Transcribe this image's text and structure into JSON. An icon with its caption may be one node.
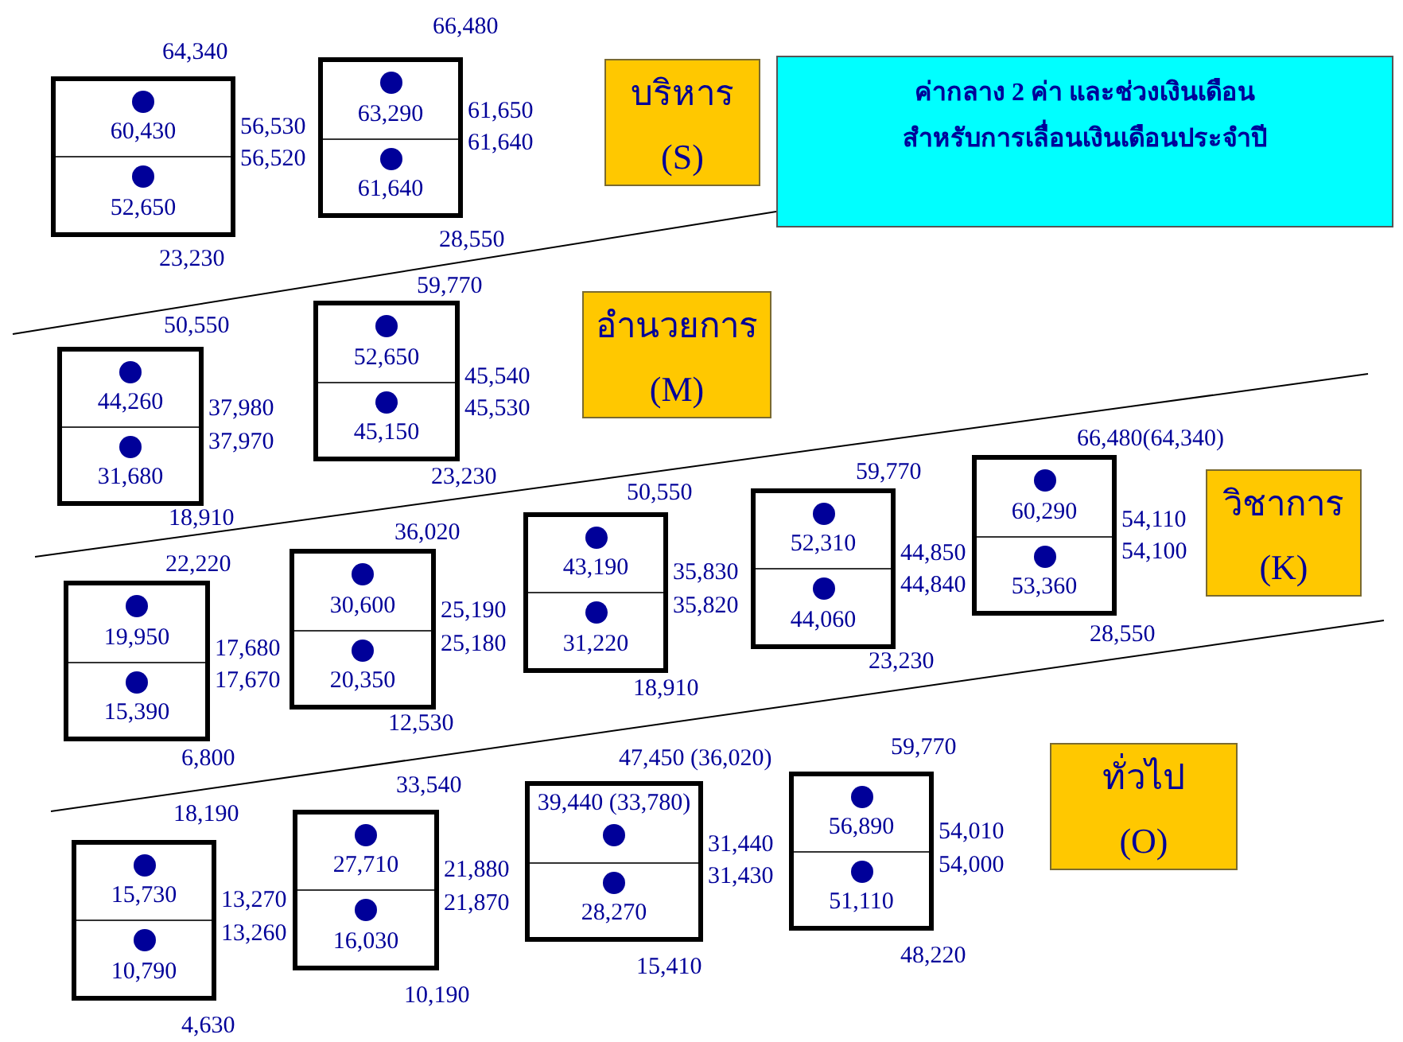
{
  "diagram": {
    "nodes": [
      {
        "text": [
          "60,430",
          "52,650"
        ],
        "beside": [
          "64,340",
          "56,530",
          "56,520",
          "23,230"
        ]
      },
      {
        "text": [
          "63,290",
          "61,640"
        ],
        "beside": [
          "66,480",
          "61,650",
          "61,640",
          "28,550"
        ]
      },
      {
        "text": [
          "บริหาร",
          "(S)"
        ]
      },
      {
        "text": [
          "ค่ากลาง 2 ค่า และช่วงเงินเดือนสำหรับการเลื่อนเงินเดือนประจำปี"
        ]
      },
      {
        "text": [
          "44,260",
          "31,680"
        ],
        "beside": [
          "50,550",
          "37,980",
          "37,970",
          "18,910"
        ]
      },
      {
        "text": [
          "52,650",
          "45,150"
        ],
        "beside": [
          "59,770",
          "45,540",
          "45,530",
          "23,230"
        ]
      },
      {
        "text": [
          "อำนวยการ",
          "(M)"
        ]
      },
      {
        "text": [
          "19,950",
          "15,390"
        ],
        "beside": [
          "22,220",
          "17,680",
          "17,670",
          "6,800"
        ]
      },
      {
        "text": [
          "30,600",
          "20,350"
        ],
        "beside": [
          "36,020",
          "25,190",
          "25,180",
          "12,530"
        ]
      },
      {
        "text": [
          "43,190",
          "31,220"
        ],
        "beside": [
          "50,550",
          "35,830",
          "35,820",
          "18,910"
        ]
      },
      {
        "text": [
          "52,310",
          "44,060"
        ],
        "beside": [
          "59,770",
          "44,850",
          "44,840",
          "23,230"
        ]
      },
      {
        "text": [
          "60,290",
          "53,360"
        ],
        "beside": [
          "66,480(64,340)",
          "54,110",
          "54,100",
          "28,550"
        ]
      },
      {
        "text": [
          "วิชาการ",
          "(K)"
        ]
      },
      {
        "text": [
          "15,730",
          "10,790"
        ],
        "beside": [
          "18,190",
          "13,270",
          "13,260",
          "4,630"
        ]
      },
      {
        "text": [
          "27,710",
          "16,030"
        ],
        "beside": [
          "33,540",
          "21,880",
          "21,870",
          "10,190"
        ]
      },
      {
        "text": [
          "39,440 (33,780)",
          "28,270"
        ],
        "beside": [
          "47,450 (36,020)",
          "31,440",
          "31,430",
          "15,410"
        ]
      },
      {
        "text": [
          "56,890",
          "51,110"
        ],
        "beside": [
          "59,770",
          "54,010",
          "54,000",
          "48,220"
        ]
      },
      {
        "text": [
          "ทั่วไป",
          "(O)"
        ]
      }
    ]
  }
}
